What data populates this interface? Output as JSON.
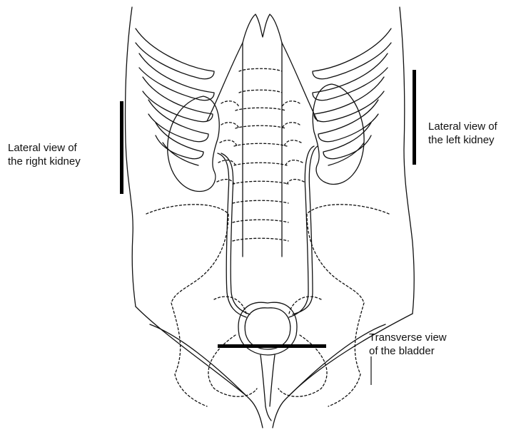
{
  "labels": {
    "right_kidney": {
      "line1": "Lateral view of",
      "line2": "the right kidney"
    },
    "left_kidney": {
      "line1": "Lateral view of",
      "line2": "the left kidney"
    },
    "bladder": {
      "line1": "Transverse view",
      "line2": "of the bladder"
    }
  },
  "colors": {
    "ink": "#111111",
    "marker": "#000000",
    "background": "#ffffff"
  }
}
